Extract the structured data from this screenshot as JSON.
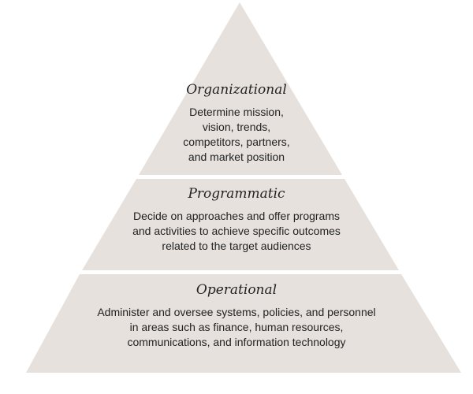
{
  "colors": {
    "tier_fill": "#e6e1dd",
    "tier_gap": "#ffffff",
    "text": "#222222"
  },
  "tiers": [
    {
      "title": "Organizational",
      "lines": [
        "Determine mission,",
        "vision, trends,",
        "competitors, partners,",
        "and market position"
      ]
    },
    {
      "title": "Programmatic",
      "lines": [
        "Decide on approaches and offer programs",
        "and activities to achieve specific outcomes",
        "related to the target audiences"
      ]
    },
    {
      "title": "Operational",
      "lines": [
        "Administer and oversee systems, policies, and personnel",
        "in areas such as finance, human resources,",
        "communications, and information technology"
      ]
    }
  ]
}
